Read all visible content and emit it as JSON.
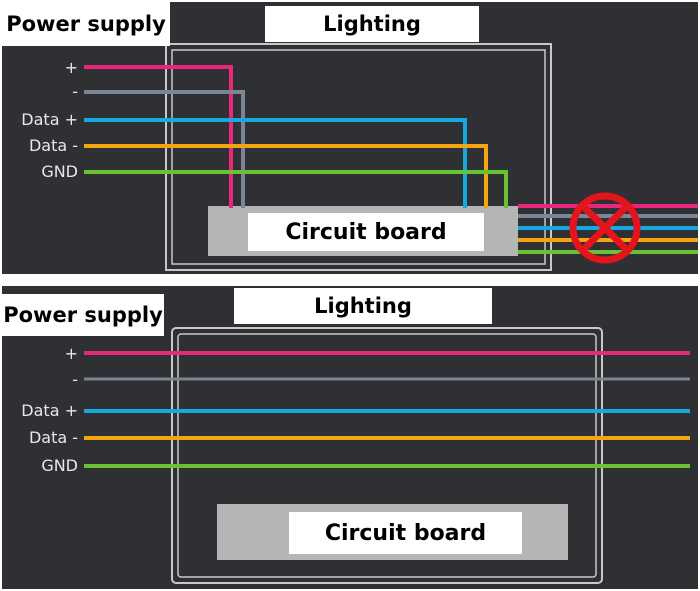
{
  "labels": {
    "power_supply": "Power supply",
    "lighting": "Lighting",
    "circuit_board": "Circuit board"
  },
  "wires": [
    {
      "label": "+",
      "color": "#e8267a"
    },
    {
      "label": "-",
      "color": "#7b8594"
    },
    {
      "label": "Data +",
      "color": "#19a7e0"
    },
    {
      "label": "Data -",
      "color": "#f5a511"
    },
    {
      "label": "GND",
      "color": "#69c234"
    }
  ],
  "colors": {
    "background": "#2e3033",
    "frame": "#c8c8c8",
    "board": "#b5b5b5",
    "forbidden": "#e3141c"
  }
}
